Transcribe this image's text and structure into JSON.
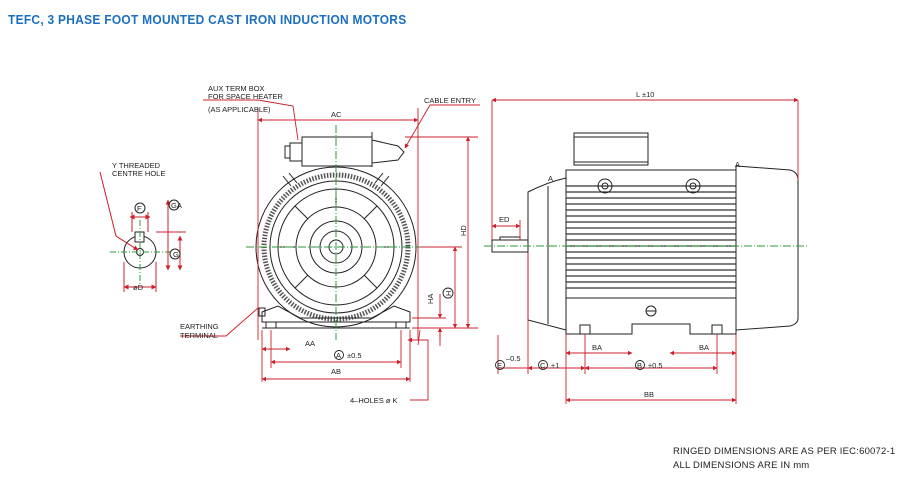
{
  "title": "TEFC, 3 PHASE FOOT MOUNTED CAST IRON INDUCTION MOTORS",
  "labels": {
    "aux1": "AUX TERM BOX",
    "aux2": "FOR SPACE HEATER",
    "aux3": "(AS APPLICABLE)",
    "ac": "AC",
    "cable_entry": "CABLE ENTRY",
    "hd": "HD",
    "h": "H",
    "ha": "HA",
    "aa": "AA",
    "a": "A",
    "a_tol": "±0.5",
    "ab": "AB",
    "earthing1": "EARTHING",
    "earthing2": "TERMINAL",
    "holes": "4–HOLES ø K",
    "y1": "Y THREADED",
    "y2": "CENTRE HOLE",
    "f": "F",
    "ga": "GA",
    "g": "G",
    "d": "øD",
    "l": "L ±10",
    "ed": "ED",
    "e": "E",
    "e_tol": "–0.5",
    "c": "C",
    "c_tol": "±1",
    "ba_left": "BA",
    "ba_right": "BA",
    "b": "B",
    "b_tol": "±0.5",
    "bb": "BB",
    "mark_a1": "A",
    "mark_a2": "A"
  },
  "notes": {
    "line1": "RINGED DIMENSIONS ARE AS PER IEC:60072-1",
    "line2": "ALL DIMENSIONS ARE IN mm"
  },
  "colors": {
    "title": "#1a6fc0",
    "leader": "#cc1f2a",
    "centerline": "#2a9a3a",
    "outline": "#222222"
  }
}
